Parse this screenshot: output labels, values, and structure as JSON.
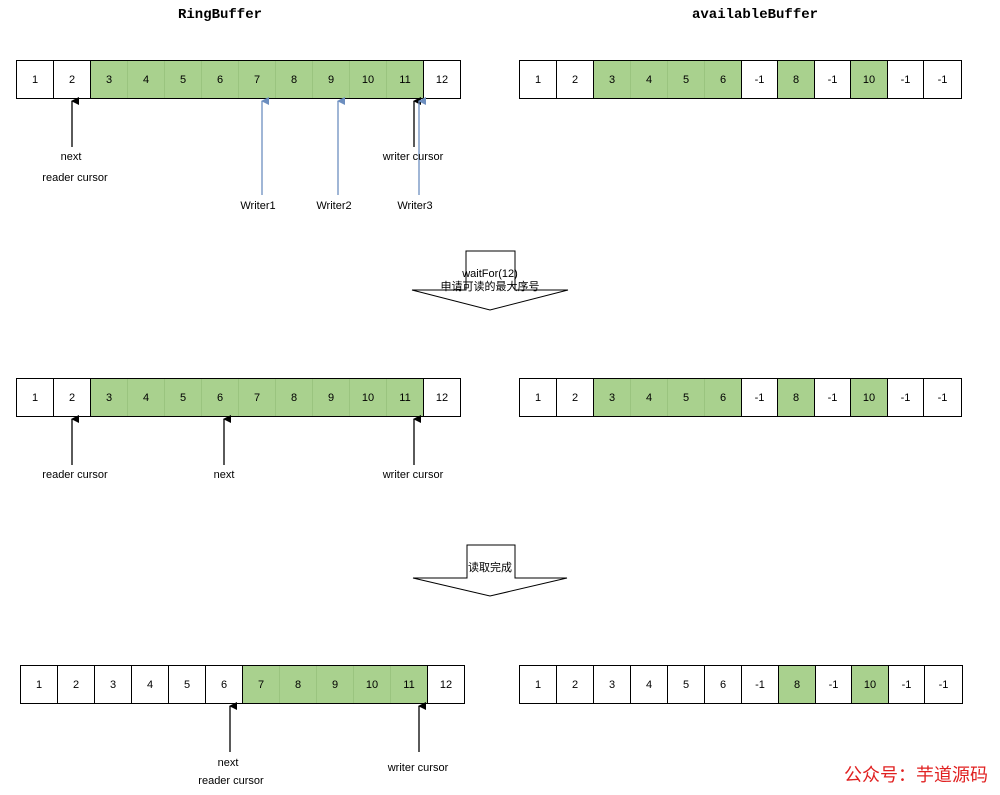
{
  "titles": {
    "ring": "RingBuffer",
    "available": "availableBuffer"
  },
  "rows": [
    {
      "ring": {
        "cells": [
          "1",
          "2",
          "3",
          "4",
          "5",
          "6",
          "7",
          "8",
          "9",
          "10",
          "11",
          "12"
        ],
        "green": [
          2,
          3,
          4,
          5,
          6,
          7,
          8,
          9,
          10
        ]
      },
      "available": {
        "cells": [
          "1",
          "2",
          "3",
          "4",
          "5",
          "6",
          "-1",
          "8",
          "-1",
          "10",
          "-1",
          "-1"
        ],
        "green": [
          2,
          3,
          4,
          5,
          7,
          9
        ]
      },
      "labels": {
        "next": "next",
        "reader": "reader cursor",
        "writer": "writer cursor",
        "writer1": "Writer1",
        "writer2": "Writer2",
        "writer3": "Writer3"
      }
    },
    {
      "ring": {
        "cells": [
          "1",
          "2",
          "3",
          "4",
          "5",
          "6",
          "7",
          "8",
          "9",
          "10",
          "11",
          "12"
        ],
        "green": [
          2,
          3,
          4,
          5,
          6,
          7,
          8,
          9,
          10
        ]
      },
      "available": {
        "cells": [
          "1",
          "2",
          "3",
          "4",
          "5",
          "6",
          "-1",
          "8",
          "-1",
          "10",
          "-1",
          "-1"
        ],
        "green": [
          2,
          3,
          4,
          5,
          7,
          9
        ]
      },
      "labels": {
        "reader": "reader cursor",
        "next": "next",
        "writer": "writer cursor"
      }
    },
    {
      "ring": {
        "cells": [
          "1",
          "2",
          "3",
          "4",
          "5",
          "6",
          "7",
          "8",
          "9",
          "10",
          "11",
          "12"
        ],
        "green": [
          6,
          7,
          8,
          9,
          10
        ]
      },
      "available": {
        "cells": [
          "1",
          "2",
          "3",
          "4",
          "5",
          "6",
          "-1",
          "8",
          "-1",
          "10",
          "-1",
          "-1"
        ],
        "green": [
          7,
          9
        ]
      },
      "labels": {
        "next": "next",
        "reader": "reader cursor",
        "writer": "writer cursor"
      }
    }
  ],
  "transitions": {
    "step1_line1": "waitFor(12)",
    "step1_line2": "申请可读的最大序号",
    "step2": "读取完成"
  },
  "watermark": "公众号：芋道源码"
}
